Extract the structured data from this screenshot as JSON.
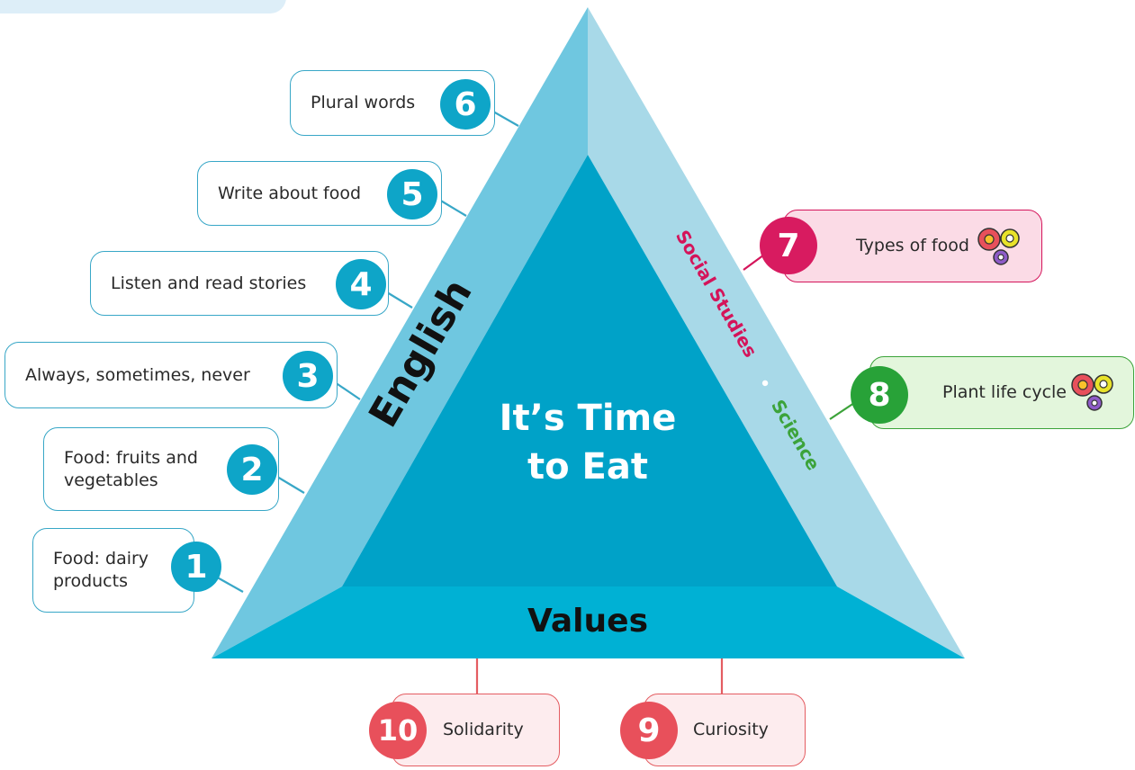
{
  "title_lines": [
    "It’s Time",
    "to Eat"
  ],
  "sides": {
    "english": "English",
    "values": "Values",
    "social_studies": "Social Studies",
    "science": "Science",
    "separator": "•"
  },
  "topics": [
    {
      "number": "1",
      "lines": [
        "Food: dairy",
        "products"
      ],
      "subject": "English"
    },
    {
      "number": "2",
      "lines": [
        "Food: fruits and",
        "vegetables"
      ],
      "subject": "English"
    },
    {
      "number": "3",
      "lines": [
        "Always, sometimes, never"
      ],
      "subject": "English"
    },
    {
      "number": "4",
      "lines": [
        "Listen and read stories"
      ],
      "subject": "English"
    },
    {
      "number": "5",
      "lines": [
        "Write about food"
      ],
      "subject": "English"
    },
    {
      "number": "6",
      "lines": [
        "Plural words"
      ],
      "subject": "English"
    },
    {
      "number": "7",
      "lines": [
        "Types of food"
      ],
      "subject": "Social Studies"
    },
    {
      "number": "8",
      "lines": [
        "Plant life cycle"
      ],
      "subject": "Science"
    },
    {
      "number": "9",
      "lines": [
        "Curiosity"
      ],
      "subject": "Values"
    },
    {
      "number": "10",
      "lines": [
        "Solidarity"
      ],
      "subject": "Values"
    }
  ],
  "colors": {
    "english_side": "#6fc7e0",
    "right_side": "#a8d9e8",
    "bottom_side": "#00b1d4",
    "center": "#00a2c8",
    "social_studies": "#d4145a",
    "science": "#3ca33a",
    "values_accent": "#e8505b"
  },
  "icons": [
    "gears-icon"
  ]
}
